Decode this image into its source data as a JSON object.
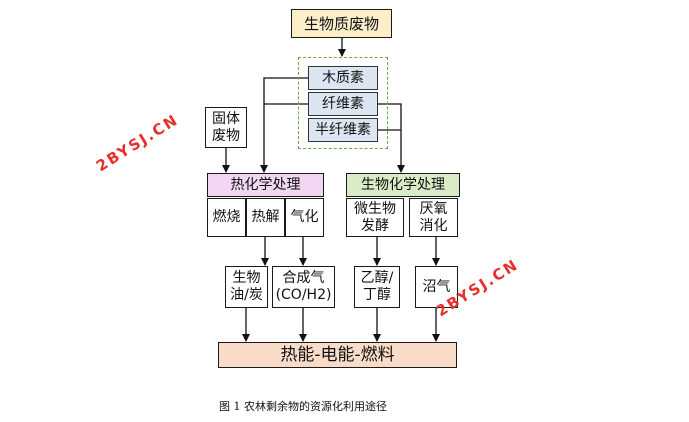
{
  "diagram": {
    "source": "生物质废物",
    "components": [
      "木质素",
      "纤维素",
      "半纤维素"
    ],
    "solid_waste": "固体\n废物",
    "thermochemical": "热化学处理",
    "biochemical": "生物化学处理",
    "thermo_methods": [
      "燃烧",
      "热解",
      "气化"
    ],
    "bio_methods": [
      "微生物\n发酵",
      "厌氧\n消化"
    ],
    "products": [
      "生物\n油/炭",
      "合成气\n(CO/H2)",
      "乙醇/\n丁醇",
      "沼气"
    ],
    "output": "热能-电能-燃料"
  },
  "caption": "图 1  农林剩余物的资源化利用途径",
  "watermarks": [
    "2BYSJ.CN",
    "2BYSJ.CN"
  ],
  "colors": {
    "source_fill": "#fbeec9",
    "component_fill": "#dce6f2",
    "thermo_fill": "#f1d7f1",
    "bio_fill": "#d9ebc7",
    "output_fill": "#f9dcc7",
    "dashed_border": "#6aa84f",
    "watermark": "#e8302a"
  }
}
